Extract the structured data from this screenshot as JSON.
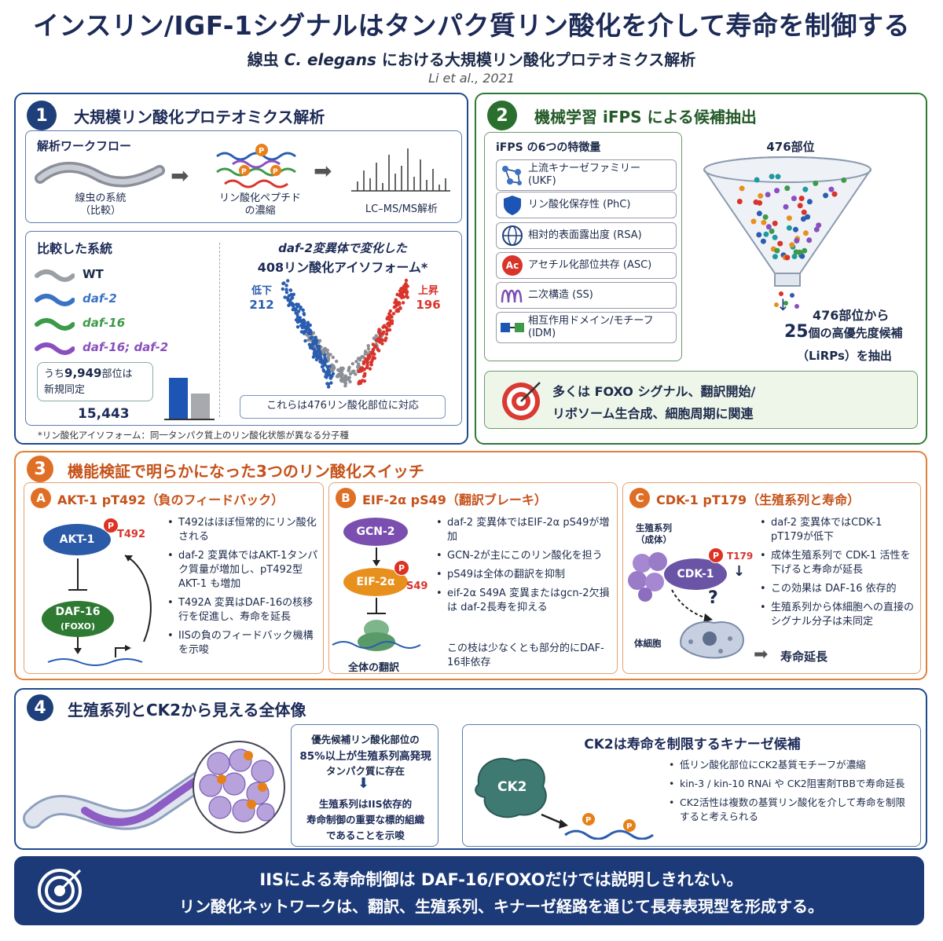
{
  "header": {
    "title": "インスリン/IGF-1シグナルはタンパク質リン酸化を介して寿命を制御する",
    "subtitle_pre": "線虫 ",
    "subtitle_species": "C. elegans",
    "subtitle_post": " における大規模リン酸化プロテオミクス解析",
    "citation": "Li et al., 2021"
  },
  "panel1": {
    "number": "1",
    "title": "大規模リン酸化プロテオミクス解析",
    "workflow_title": "解析ワークフロー",
    "workflow_steps": [
      "線虫の系統\n（比較）",
      "リン酸化ペプチド\nの濃縮",
      "LC–MS/MS解析"
    ],
    "strains_title": "比較した系統",
    "strains": [
      {
        "name": "WT",
        "color": "#9aa0a6"
      },
      {
        "name": "daf-2",
        "color": "#3a73c4"
      },
      {
        "name": "daf-16",
        "color": "#3c9a4a"
      },
      {
        "name": "daf-16; daf-2",
        "color": "#8a4fbf"
      }
    ],
    "novel_note": "うち9,949部位は新規同定",
    "novel_prefix": "うち",
    "novel_number": "9,949",
    "novel_suffix": "部位は",
    "novel_line2": "新規同定",
    "total_sites": "15,443",
    "volcano_title_1": "daf-2変異体で変化した",
    "volcano_title_2": "408リン酸化アイソフォーム*",
    "down_label": "低下",
    "down_count": "212",
    "up_label": "上昇",
    "up_count": "196",
    "volcano_note": "これらは476リン酸化部位に対応",
    "footnote": "*リン酸化アイソフォーム：同一タンパク質上のリン酸化状態が異なる分子種",
    "p_label": "P"
  },
  "panel2": {
    "number": "2",
    "title": "機械学習 iFPS による候補抽出",
    "features_title": "iFPS の6つの特徴量",
    "features": [
      {
        "label": "上流キナーゼファミリー\n(UKF)",
        "icon": "network-icon"
      },
      {
        "label": "リン酸化保存性 (PhC)",
        "icon": "shield-icon"
      },
      {
        "label": "相対的表面露出度 (RSA)",
        "icon": "globe-icon"
      },
      {
        "label": "アセチル化部位共存 (ASC)",
        "icon": "acetyl-icon",
        "icon_text": "Ac"
      },
      {
        "label": "二次構造 (SS)",
        "icon": "helix-icon"
      },
      {
        "label": "相互作用ドメイン/モチーフ\n(IDM)",
        "icon": "domain-icon"
      }
    ],
    "funnel_top": "476部位",
    "result_1": "476部位から",
    "result_2_num": "25",
    "result_2_text": "個の高優先度候補",
    "result_3": "（LiRPs）を抽出",
    "summary_1": "多くは FOXO シグナル、翻訳開始/",
    "summary_2": "リボソーム生合成、細胞周期に関連"
  },
  "panel3": {
    "number": "3",
    "title": "機能検証で明らかになった3つのリン酸化スイッチ",
    "A": {
      "letter": "A",
      "title": "AKT-1 pT492（負のフィードバック）",
      "node1": "AKT-1",
      "site": "T492",
      "node2": "DAF-16",
      "node2_sub": "(FOXO)",
      "bullets": [
        "T492はほぼ恒常的にリン酸化される",
        "daf-2 変異体ではAKT-1タンパク質量が増加し、pT492型 AKT-1 も増加",
        "T492A 変異はDAF-16の核移行を促進し、寿命を延長",
        "IISの負のフィードバック機構を示唆"
      ]
    },
    "B": {
      "letter": "B",
      "title": "EIF-2α pS49（翻訳ブレーキ）",
      "node1": "GCN-2",
      "node2": "EIF-2α",
      "site": "S49",
      "bottom": "全体の翻訳",
      "bullets": [
        "daf-2 変異体ではEIF-2α pS49が増加",
        "GCN-2が主にこのリン酸化を担う",
        "pS49は全体の翻訳を抑制",
        "eif-2α S49A 変異またはgcn-2欠損は daf-2長寿を抑える"
      ],
      "note": "この枝は少なくとも部分的にDAF-16非依存"
    },
    "C": {
      "letter": "C",
      "title": "CDK-1 pT179（生殖系列と寿命）",
      "germ_label_1": "生殖系列",
      "germ_label_2": "（成体）",
      "node1": "CDK-1",
      "site": "T179",
      "soma_label": "体細胞",
      "question": "?",
      "outcome": "寿命延長",
      "bullets": [
        "daf-2 変異体ではCDK-1 pT179が低下",
        "成体生殖系列で CDK-1 活性を下げると寿命が延長",
        "この効果は DAF-16 依存的",
        "生殖系列から体細胞への直接のシグナル分子は未同定"
      ]
    }
  },
  "panel4": {
    "number": "4",
    "title": "生殖系列とCK2から見える全体像",
    "mid_1": "優先候補リン酸化部位の",
    "mid_2": "85%以上が生殖系列高発現",
    "mid_3": "タンパク質に存在",
    "mid_4": "生殖系列はIIS依存的",
    "mid_5": "寿命制御の重要な標的組織",
    "mid_6": "であることを示唆",
    "ck2_title": "CK2は寿命を制限するキナーゼ候補",
    "ck2_label": "CK2",
    "ck2_bullets": [
      "低リン酸化部位にCK2基質モチーフが濃縮",
      "kin-3 / kin-10 RNAi や CK2阻害剤TBBで寿命延長",
      "CK2活性は複数の基質リン酸化を介して寿命を制限すると考えられる"
    ]
  },
  "footer": {
    "line1": "IISによる寿命制御は DAF-16/FOXOだけでは説明しきれない。",
    "line2": "リン酸化ネットワークは、翻訳、生殖系列、キナーゼ経路を通じて長寿表現型を形成する。"
  },
  "colors": {
    "navy": "#1c2a57",
    "green": "#2f7a33",
    "orange": "#e0803a",
    "up_red": "#d9342b",
    "down_blue": "#2a5db0"
  }
}
